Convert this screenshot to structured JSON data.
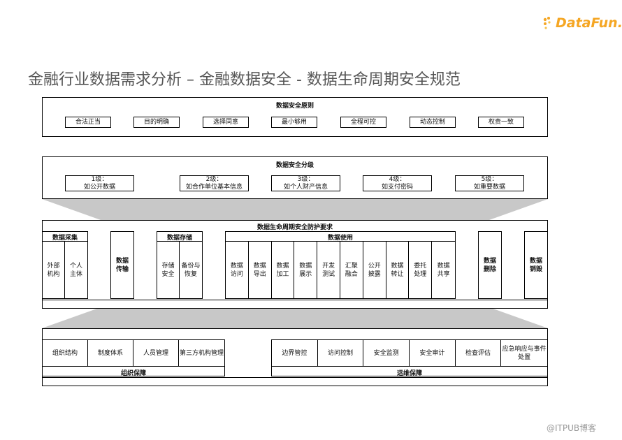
{
  "header": {
    "logo_text": "DataFun.",
    "title": "金融行业数据需求分析 – 金融数据安全 - 数据生命周期安全规范",
    "accent_color": "#f5a623"
  },
  "principles": {
    "heading": "数据安全原则",
    "items": [
      "合法正当",
      "目的明确",
      "选择同意",
      "最小够用",
      "全程可控",
      "动态控制",
      "权责一致"
    ]
  },
  "grading": {
    "heading": "数据安全分级",
    "items": [
      {
        "level": "1级：",
        "desc": "如公开数据"
      },
      {
        "level": "2级：",
        "desc": "如合作单位基本信息"
      },
      {
        "level": "3级：",
        "desc": "如个人财产信息"
      },
      {
        "level": "4级：",
        "desc": "如支付密码"
      },
      {
        "level": "5级：",
        "desc": "如重要数据"
      }
    ]
  },
  "lifecycle": {
    "heading": "数据生命周期安全防护要求",
    "collect": {
      "heading": "数据采集",
      "cells": [
        [
          "外部",
          "机构"
        ],
        [
          "个人",
          "主体"
        ]
      ]
    },
    "transfer": [
      "数据",
      "传输"
    ],
    "storage": {
      "heading": "数据存储",
      "cells": [
        [
          "存储",
          "安全"
        ],
        [
          "备份与",
          "恢复"
        ]
      ]
    },
    "usage": {
      "heading": "数据使用",
      "cells": [
        [
          "数据",
          "访问"
        ],
        [
          "数据",
          "导出"
        ],
        [
          "数据",
          "加工"
        ],
        [
          "数据",
          "展示"
        ],
        [
          "开发",
          "测试"
        ],
        [
          "汇聚",
          "融合"
        ],
        [
          "公开",
          "披露"
        ],
        [
          "数据",
          "转让"
        ],
        [
          "委托",
          "处理"
        ],
        [
          "数据",
          "共享"
        ]
      ]
    },
    "delete": [
      "数据",
      "删除"
    ],
    "destroy": [
      "数据",
      "销毁"
    ]
  },
  "guarantee": {
    "org": {
      "label": "组织保障",
      "cells": [
        "组织结构",
        "制度体系",
        "人员管理",
        "第三方机构管理"
      ]
    },
    "ops": {
      "label": "运维保障",
      "cells": [
        "边界管控",
        "访问控制",
        "安全监测",
        "安全审计",
        "检查评估",
        [
          "应急响应与事件",
          "处置"
        ]
      ]
    }
  },
  "watermark": "@ITPUB博客"
}
